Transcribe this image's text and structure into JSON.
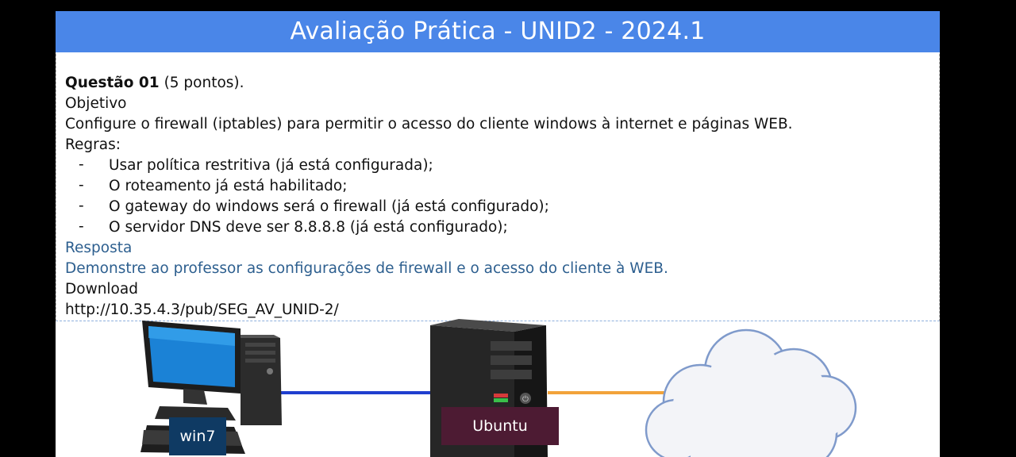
{
  "header": {
    "title": "Avaliação Prática  - UNID2 - 2024.1"
  },
  "question": {
    "heading_bold": "Questão 01",
    "heading_rest": " (5 pontos).",
    "objective_label": "Objetivo",
    "objective_text": "Configure o firewall (iptables) para permitir o acesso do cliente windows à internet e páginas WEB.",
    "rules_label": "Regras:",
    "rules": [
      "Usar política restritiva (já está configurada);",
      "O roteamento já está habilitado;",
      "O gateway do windows será o firewall (já está configurado);",
      "O servidor DNS deve ser 8.8.8.8 (já está configurado);"
    ],
    "bullet_char": "-",
    "answer_label": "Resposta",
    "answer_text": "Demonstre ao professor as configurações de firewall e o acesso do cliente à WEB.",
    "download_label": "Download",
    "download_url": "http://10.35.4.3/pub/SEG_AV_UNID-2/"
  },
  "diagram": {
    "client_label": "win7",
    "server_label": "Ubuntu",
    "colors": {
      "title_bar": "#4a86e8",
      "client_link": "#1f3fcf",
      "server_link": "#f2a33a",
      "client_label_bg": "#0f3a63",
      "server_label_bg": "#4d1b33",
      "cloud_fill": "#f3f4f8",
      "cloud_stroke": "#7f9acb"
    },
    "icons": [
      "desktop-computer-icon",
      "server-tower-icon",
      "cloud-icon"
    ]
  }
}
